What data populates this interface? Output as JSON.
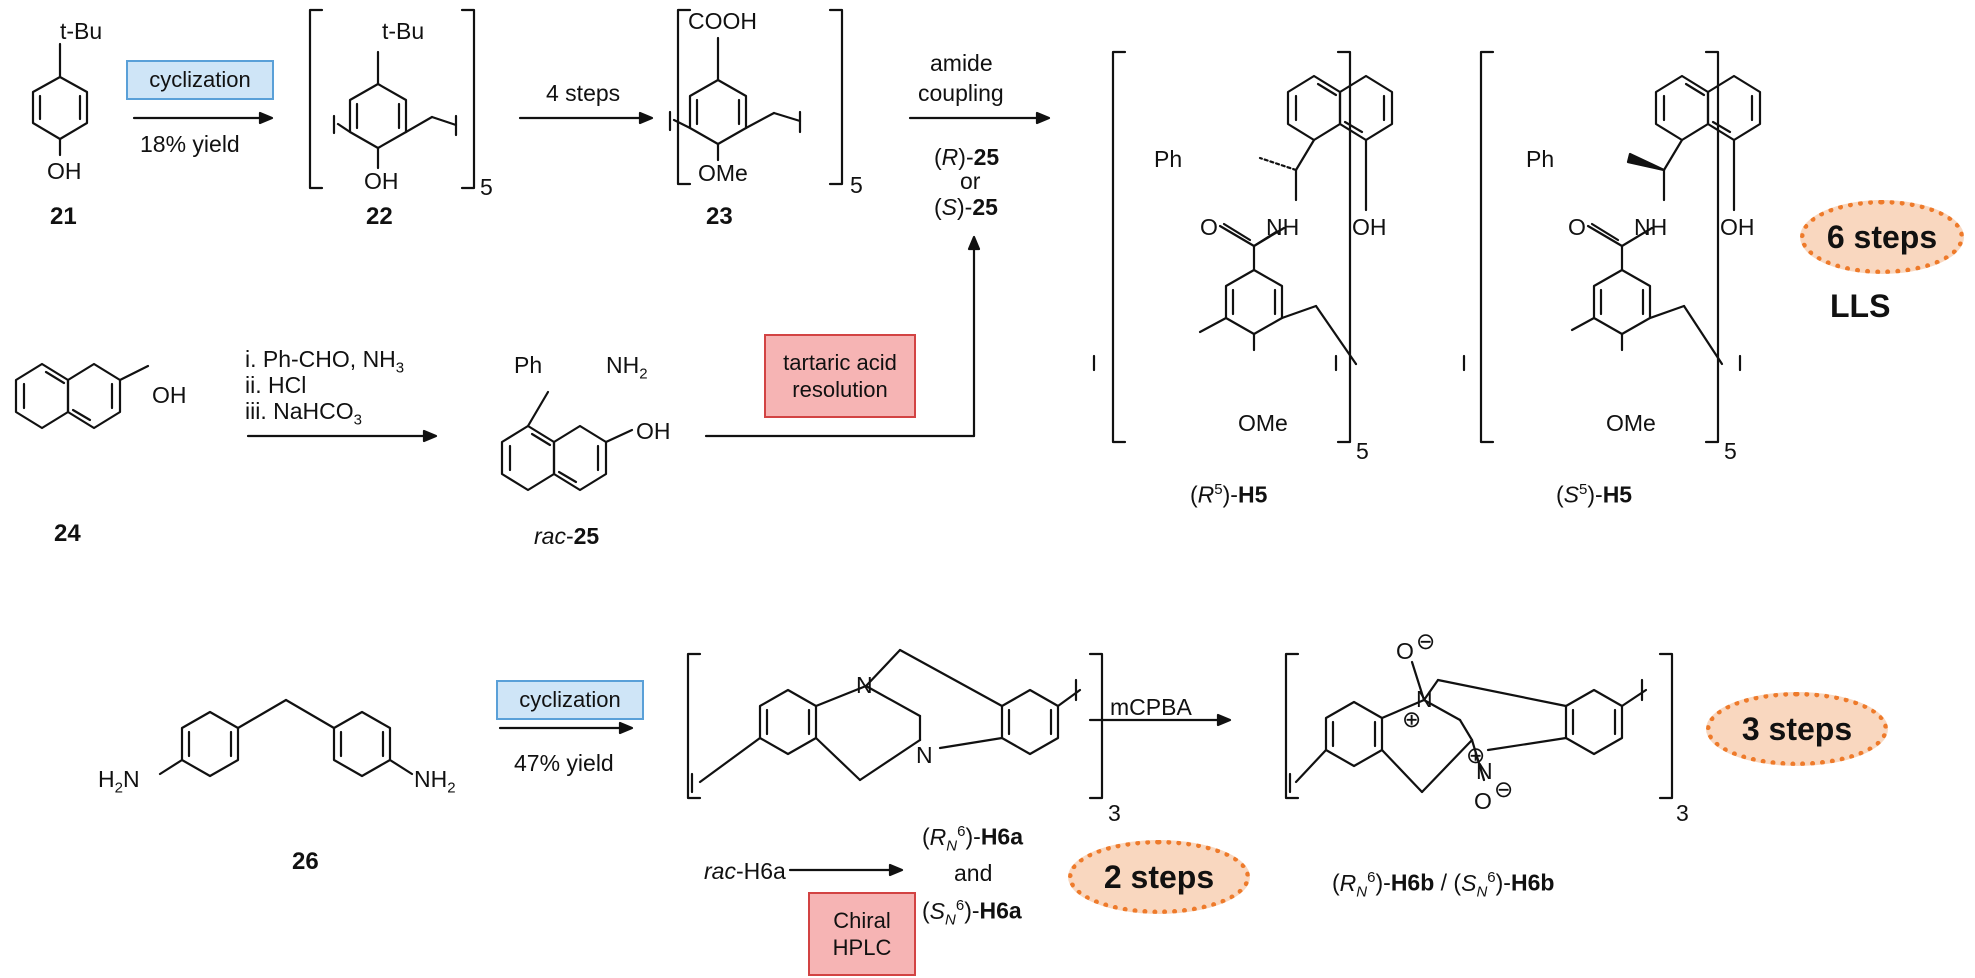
{
  "compounds": {
    "c21": "21",
    "c22": "22",
    "c23": "23",
    "c24": "24",
    "c26": "26",
    "rac25_prefix": "rac",
    "rac25_num": "25",
    "h5r_pre": "(",
    "h5r_r": "R",
    "h5r_sup": "5",
    "h5r_post": ")-",
    "h5r_name": "H5",
    "h5s_pre": "(",
    "h5s_s": "S",
    "h5s_sup": "5",
    "h5s_post": ")-",
    "h5s_name": "H5",
    "h6b": "(R_N^6)-H6b / (S_N^6)-H6b"
  },
  "substituents": {
    "tbu": "t-Bu",
    "oh": "OH",
    "cooh": "COOH",
    "ome": "OMe",
    "ph": "Ph",
    "nh": "NH",
    "nh2": "NH",
    "nh2_sub": "2",
    "o": "O",
    "n": "N",
    "h2n": "H",
    "h2n_sub": "2",
    "h2n_n": "N",
    "minus": "⊖",
    "plus": "⊕"
  },
  "reagents": {
    "cyclization_1": "cyclization",
    "yield_18": "18% yield",
    "four_steps": "4 steps",
    "amide_coupling_1": "amide",
    "amide_coupling_2": "coupling",
    "r25_pre": "(",
    "r25_r": "R",
    "r25_post": ")-",
    "r25_num": "25",
    "or": "or",
    "s25_pre": "(",
    "s25_s": "S",
    "s25_post": ")-",
    "s25_num": "25",
    "step_i": "i. Ph-CHO, NH",
    "step_i_sub": "3",
    "step_ii": "ii. HCl",
    "step_iii": "iii. NaHCO",
    "step_iii_sub": "3",
    "tartaric_1": "tartaric acid",
    "tartaric_2": "resolution",
    "cyclization_2": "cyclization",
    "yield_47": "47% yield",
    "mcpba": "mCPBA",
    "rac_h6a_prefix": "rac",
    "rac_h6a_name": "-H6a",
    "chiral_1": "Chiral",
    "chiral_2": "HPLC",
    "rn6_h6a": "(R_N^6)-H6a",
    "and": "and",
    "sn6_h6a": "(S_N^6)-H6a"
  },
  "subscripts": {
    "five": "5",
    "three": "3"
  },
  "badges": {
    "six_steps": "6 steps",
    "lls": "LLS",
    "three_steps": "3 steps",
    "two_steps": "2 steps"
  },
  "colors": {
    "blue_box": "#cfe5f7",
    "red_box": "#f6b4b4",
    "badge_fill": "#f9d7bf",
    "badge_border": "#ee7a2a"
  }
}
